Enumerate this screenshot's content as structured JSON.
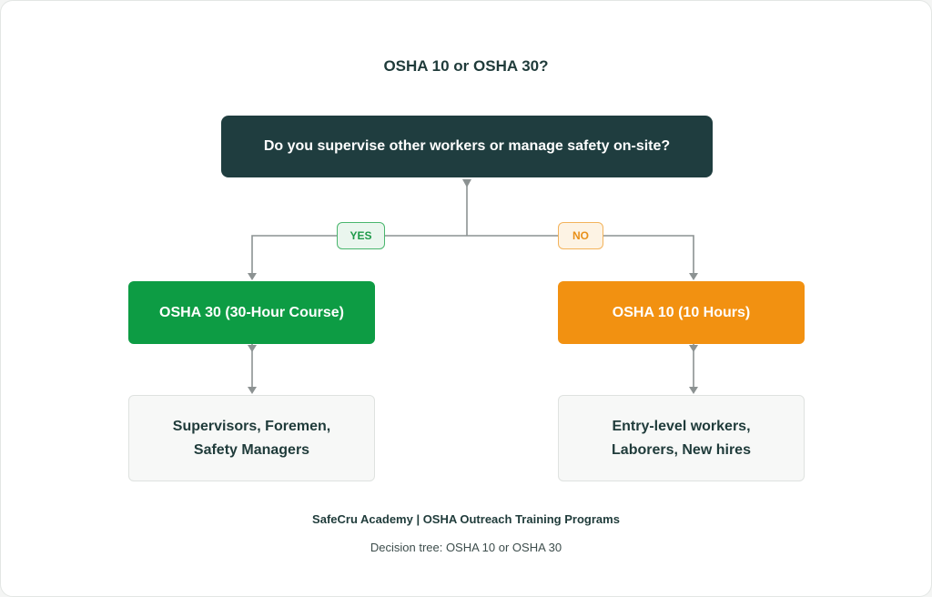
{
  "title": "OSHA 10 or OSHA 30?",
  "question": "Do you supervise other workers or manage safety on-site?",
  "branches": {
    "yes": {
      "label": "YES",
      "course": "OSHA 30 (30-Hour Course)",
      "audience_lines": [
        "Supervisors, Foremen,",
        "Safety Managers"
      ]
    },
    "no": {
      "label": "NO",
      "course": "OSHA 10 (10 Hours)",
      "audience_lines": [
        "Entry-level workers,",
        "Laborers, New hires"
      ]
    }
  },
  "footer": {
    "main": "SafeCru Academy | OSHA Outreach Training Programs",
    "sub": "Decision tree: OSHA 10 or OSHA 30"
  },
  "colors": {
    "question_box": "#1f3d3f",
    "yes_box": "#0d9c44",
    "no_box": "#f29111",
    "connector": "#8c9292"
  }
}
